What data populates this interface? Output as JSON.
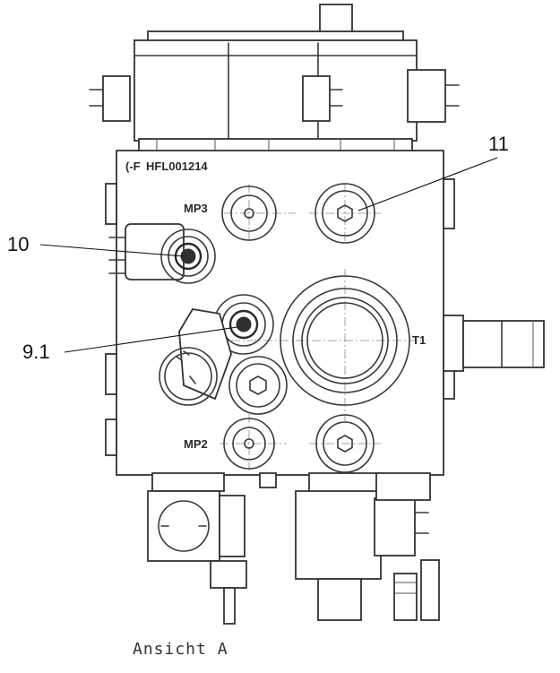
{
  "part_number": "HFL001214",
  "port_labels": {
    "mp3": "MP3",
    "mp2": "MP2",
    "t1": "T1"
  },
  "callouts": {
    "c10": "10",
    "c11": "11",
    "c91": "9.1"
  },
  "view_caption": "Ansicht A"
}
